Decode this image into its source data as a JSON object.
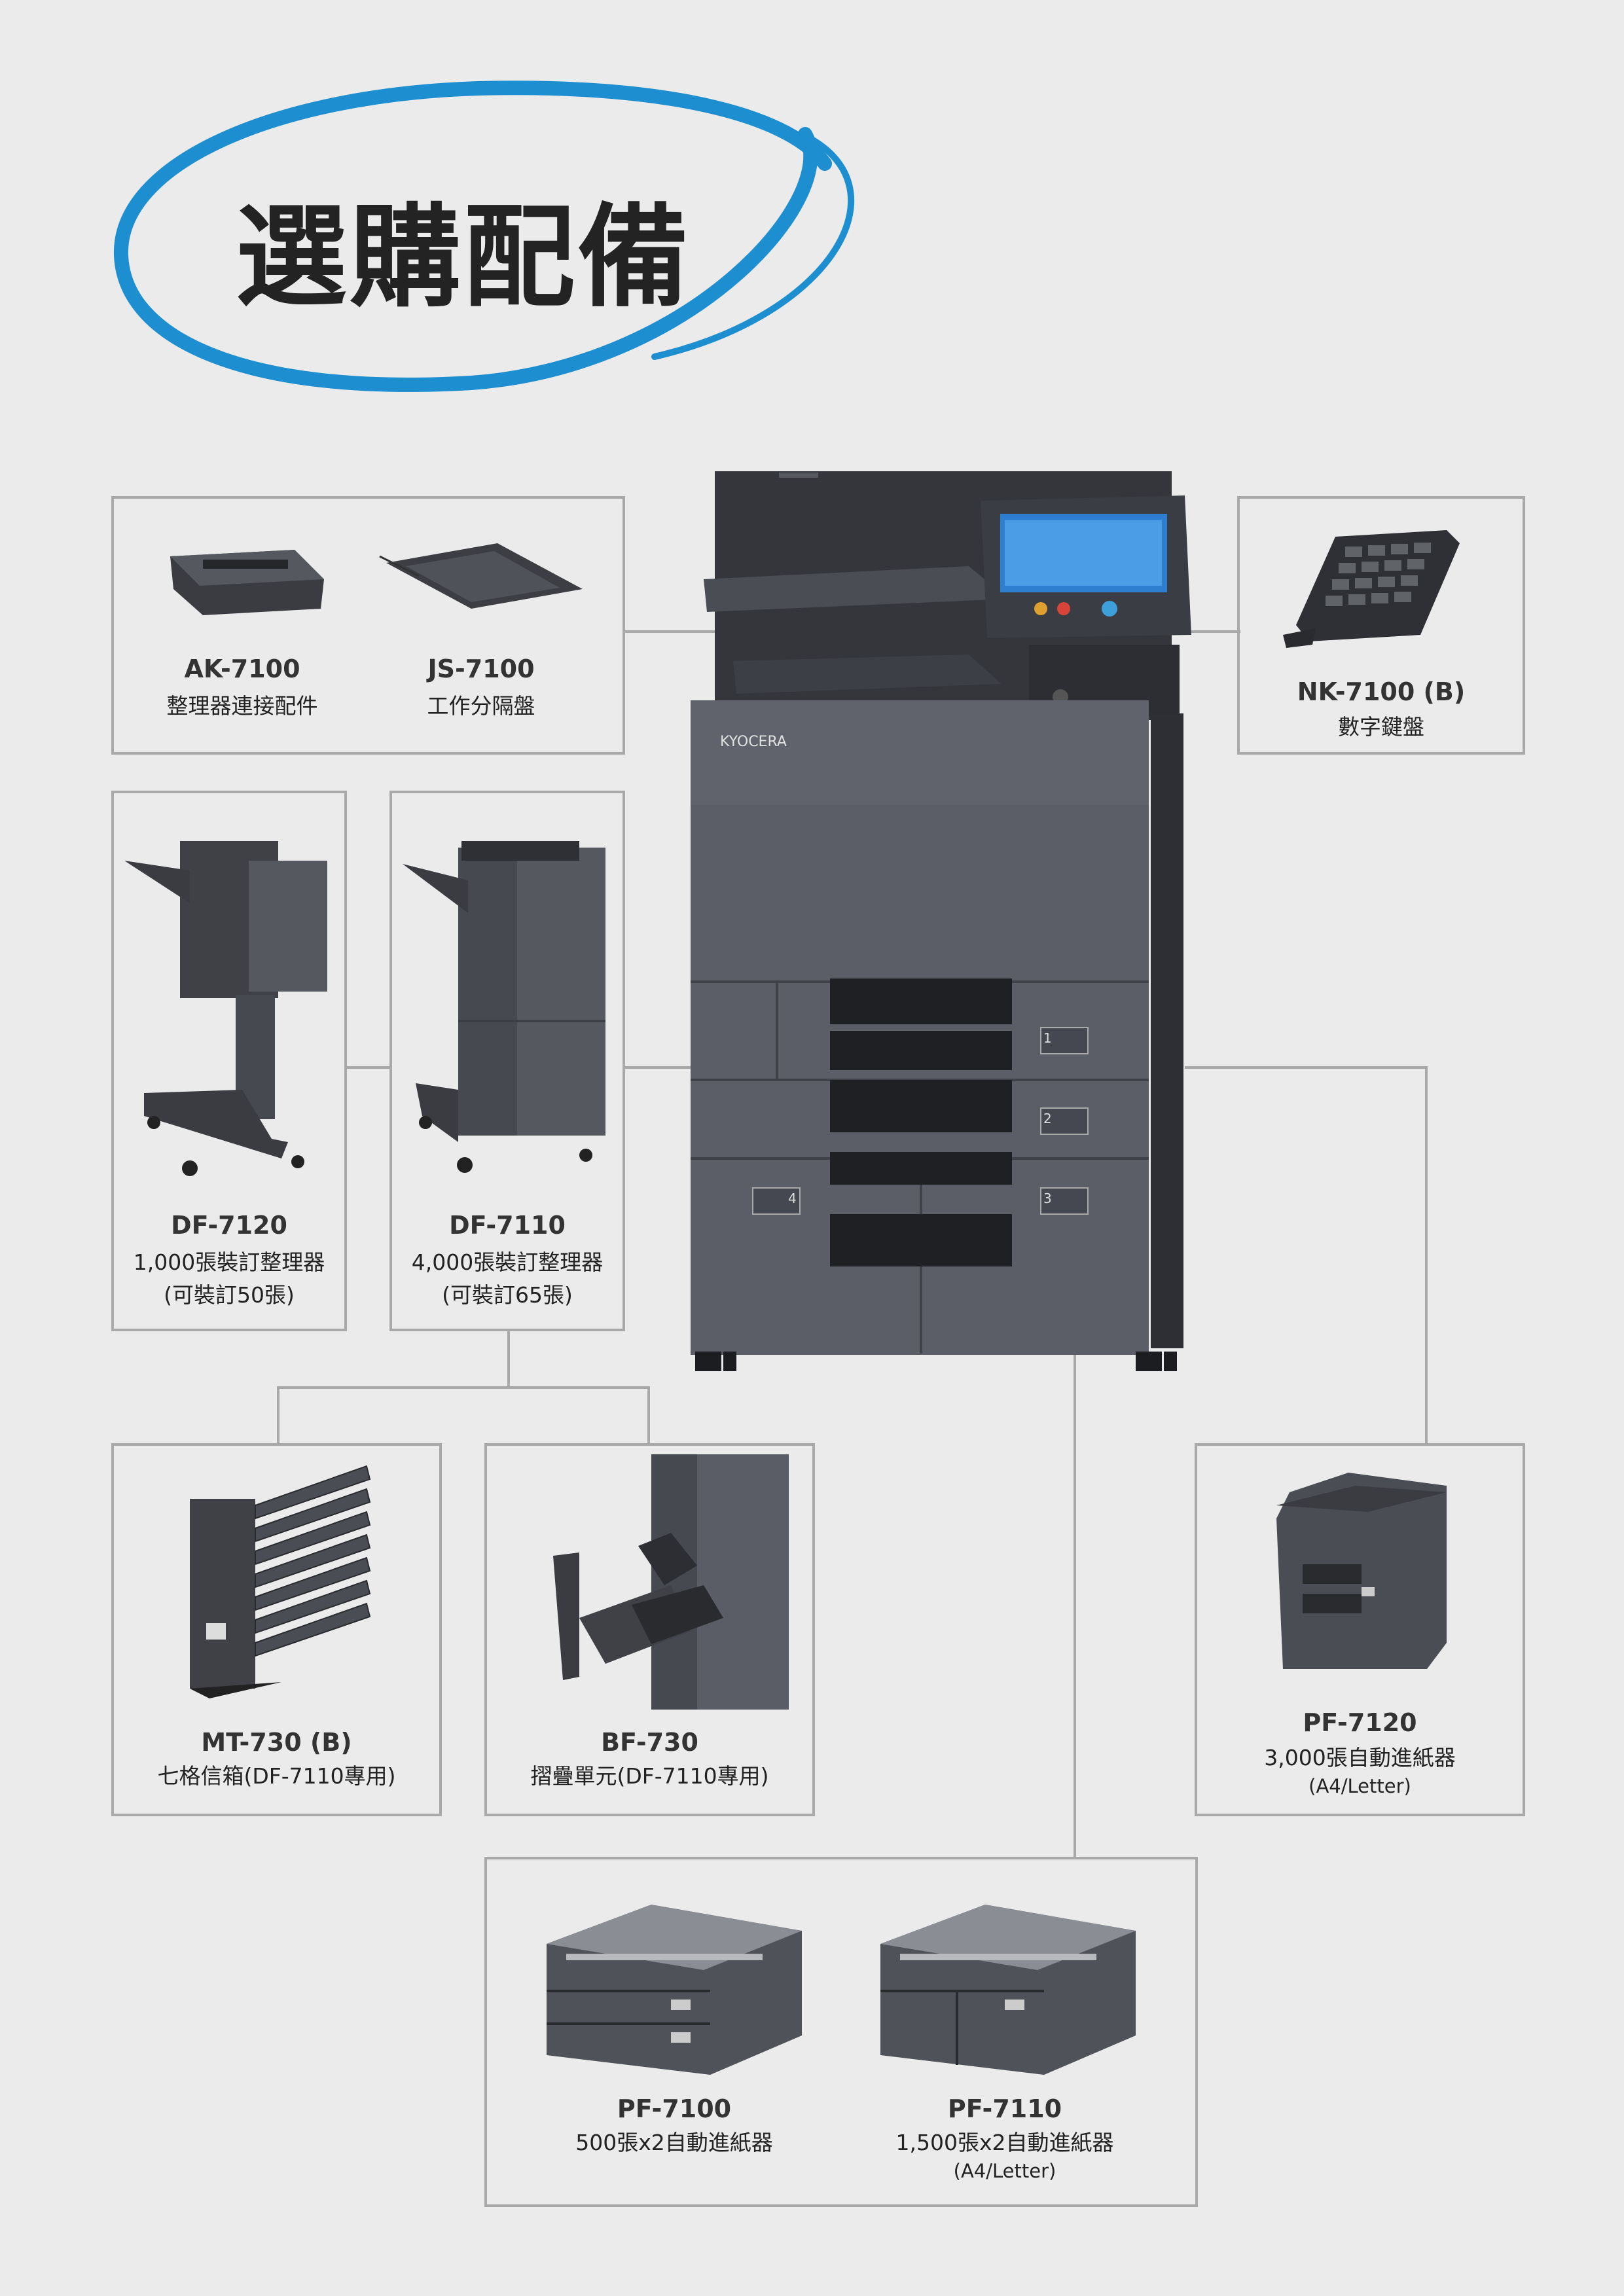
{
  "title": "選購配備",
  "colors": {
    "accent": "#1d8fd0",
    "border": "#a9a9a9",
    "machine": "#5a5d66",
    "background": "#ebebeb"
  },
  "brand": {
    "logo": "KYOCERA"
  },
  "accessories": [
    {
      "code": "AK-7100",
      "desc": "整理器連接配件"
    },
    {
      "code": "JS-7100",
      "desc": "工作分隔盤"
    },
    {
      "code": "NK-7100 (B)",
      "desc": "數字鍵盤"
    },
    {
      "code": "DF-7120",
      "desc": "1,000張裝訂整理器",
      "note": "(可裝訂50張)"
    },
    {
      "code": "DF-7110",
      "desc": "4,000張裝訂整理器",
      "note": "(可裝訂65張)"
    },
    {
      "code": "MT-730 (B)",
      "desc": "七格信箱(DF-7110專用)"
    },
    {
      "code": "BF-730",
      "desc": "摺疊單元(DF-7110專用)"
    },
    {
      "code": "PF-7120",
      "desc": "3,000張自動進紙器",
      "note": "(A4/Letter)"
    },
    {
      "code": "PF-7100",
      "desc": "500張x2自動進紙器"
    },
    {
      "code": "PF-7110",
      "desc": "1,500張x2自動進紙器",
      "note": "(A4/Letter)"
    }
  ],
  "trays": [
    "1",
    "2",
    "3",
    "4"
  ]
}
